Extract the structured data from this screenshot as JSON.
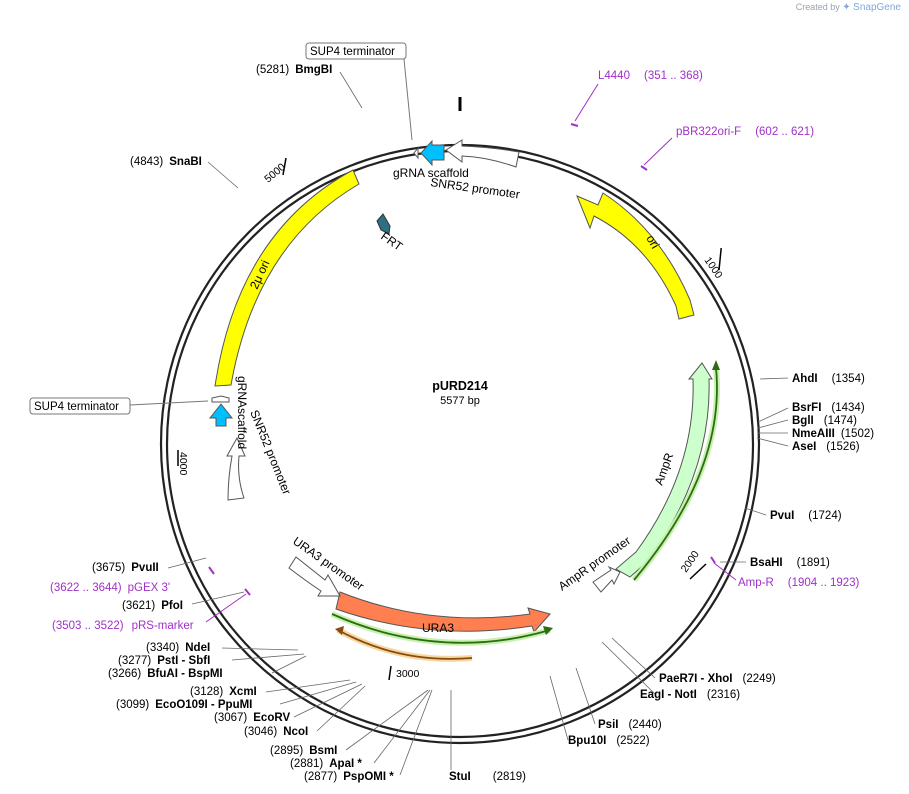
{
  "credit": {
    "prefix": "Created by",
    "brand": "SnapGene"
  },
  "plasmid": {
    "name": "pURD214",
    "length_label": "5577 bp"
  },
  "ticks": [
    {
      "label": "1000"
    },
    {
      "label": "2000"
    },
    {
      "label": "3000"
    },
    {
      "label": "4000"
    },
    {
      "label": "5000"
    }
  ],
  "features": {
    "ori": "ori",
    "ampr": "AmpR",
    "ampr_promoter": "AmpR promoter",
    "ura3": "URA3",
    "ura3_promoter": "URA3 promoter",
    "two_micron": "2μ ori",
    "snr52_top": "SNR52 promoter",
    "grna_top": "gRNA scaffold",
    "frt": "FRT",
    "snr52_left": "SNR52 promoter",
    "grna_left_1": "gRNA",
    "grna_left_2": "scaffold",
    "sup4_top": "SUP4 terminator",
    "sup4_left": "SUP4 terminator"
  },
  "sites": [
    {
      "name": "BmgBI",
      "pos": "(5281)"
    },
    {
      "name": "SnaBI",
      "pos": "(4843)"
    },
    {
      "name": "AhdI",
      "pos": "(1354)"
    },
    {
      "name": "BsrFI",
      "pos": "(1434)"
    },
    {
      "name": "BglI",
      "pos": "(1474)"
    },
    {
      "name": "NmeAIII",
      "pos": "(1502)"
    },
    {
      "name": "AseI",
      "pos": "(1526)"
    },
    {
      "name": "PvuI",
      "pos": "(1724)"
    },
    {
      "name": "BsaHI",
      "pos": "(1891)"
    },
    {
      "name": "PaeR7I  - XhoI",
      "pos": "(2249)"
    },
    {
      "name": "EagI  - NotI",
      "pos": "(2316)"
    },
    {
      "name": "PsiI",
      "pos": "(2440)"
    },
    {
      "name": "Bpu10I",
      "pos": "(2522)"
    },
    {
      "name": "StuI",
      "pos": "(2819)"
    },
    {
      "name": "PspOMI *",
      "pos": "(2877)"
    },
    {
      "name": "ApaI *",
      "pos": "(2881)"
    },
    {
      "name": "BsmI",
      "pos": "(2895)"
    },
    {
      "name": "NcoI",
      "pos": "(3046)"
    },
    {
      "name": "EcoRV",
      "pos": "(3067)"
    },
    {
      "name": "EcoO109I  - PpuMI",
      "pos": "(3099)"
    },
    {
      "name": "XcmI",
      "pos": "(3128)"
    },
    {
      "name": "BfuAI  - BspMI",
      "pos": "(3266)"
    },
    {
      "name": "PstI  - SbfI",
      "pos": "(3277)"
    },
    {
      "name": "NdeI",
      "pos": "(3340)"
    },
    {
      "name": "PfoI",
      "pos": "(3621)"
    },
    {
      "name": "PvuII",
      "pos": "(3675)"
    }
  ],
  "primers": [
    {
      "name": "L4440",
      "range": "(351 .. 368)"
    },
    {
      "name": "pBR322ori-F",
      "range": "(602 .. 621)"
    },
    {
      "name": "Amp-R",
      "range": "(1904 .. 1923)"
    },
    {
      "name": "pGEX 3'",
      "range": "(3622 .. 3644)"
    },
    {
      "name": "pRS-marker",
      "range": "(3503 .. 3522)"
    }
  ],
  "colors": {
    "ori": "#ffff00",
    "ampr": "#ccffcc",
    "ura3": "#ff7f50",
    "grna": "#00bfff",
    "frt": "#2e6f80",
    "primer": "#a030c8",
    "orf_green": "#3a8a1a",
    "orf_orange": "#d98a2a"
  }
}
